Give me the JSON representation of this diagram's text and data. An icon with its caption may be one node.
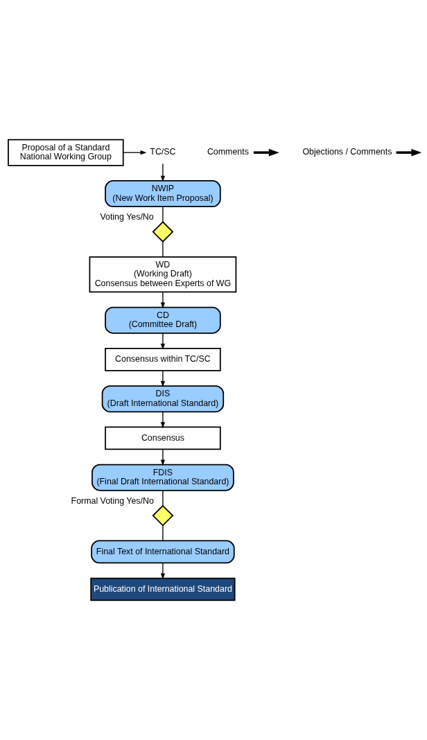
{
  "diagram": {
    "nodes": [
      {
        "text": [
          "Proposal of a Standard",
          "National Working Group"
        ]
      },
      {
        "text": [
          "TC/SC"
        ]
      },
      {
        "text": [
          "NWIP",
          "(New Work Item Proposal)"
        ]
      },
      {
        "text": [],
        "shape": "diamond",
        "beside": [
          "Voting Yes/No"
        ]
      },
      {
        "text": [
          "WD",
          "(Working Draft)",
          "Consensus between Experts of WG"
        ]
      },
      {
        "text": [
          "CD",
          "(Committee Draft)"
        ]
      },
      {
        "text": [
          "Comments"
        ]
      },
      {
        "text": [
          "Consensus within TC/SC"
        ]
      },
      {
        "text": [
          "DIS",
          "(Draft International Standard)"
        ]
      },
      {
        "text": [
          "Objections / Comments"
        ]
      },
      {
        "text": [
          "Consensus"
        ]
      },
      {
        "text": [
          "FDIS",
          "(Final Draft International Standard)"
        ]
      },
      {
        "text": [],
        "shape": "diamond",
        "beside": [
          "Formal Voting Yes/No"
        ]
      },
      {
        "text": [
          "Final Text of International Standard"
        ]
      },
      {
        "text": [
          "Publication of International Standard"
        ]
      }
    ],
    "edges": [
      {
        "from": 0,
        "to": 1,
        "arrow": "to"
      },
      {
        "from": 1,
        "to": 2,
        "arrow": "to"
      },
      {
        "from": 2,
        "to": 3,
        "arrow": "none"
      },
      {
        "from": 3,
        "to": 4,
        "arrow": "none"
      },
      {
        "from": 4,
        "to": 5,
        "arrow": "to"
      },
      {
        "from": 5,
        "to": 7,
        "arrow": "to"
      },
      {
        "from": 6,
        "to": null,
        "arrow": "to",
        "style": "thick"
      },
      {
        "from": 7,
        "to": 8,
        "arrow": "to"
      },
      {
        "from": 8,
        "to": 10,
        "arrow": "to"
      },
      {
        "from": 9,
        "to": null,
        "arrow": "to",
        "style": "thick"
      },
      {
        "from": 10,
        "to": 11,
        "arrow": "to"
      },
      {
        "from": 11,
        "to": 12,
        "arrow": "none"
      },
      {
        "from": 12,
        "to": 13,
        "arrow": "none"
      },
      {
        "from": 13,
        "to": 14,
        "arrow": "to"
      }
    ]
  }
}
